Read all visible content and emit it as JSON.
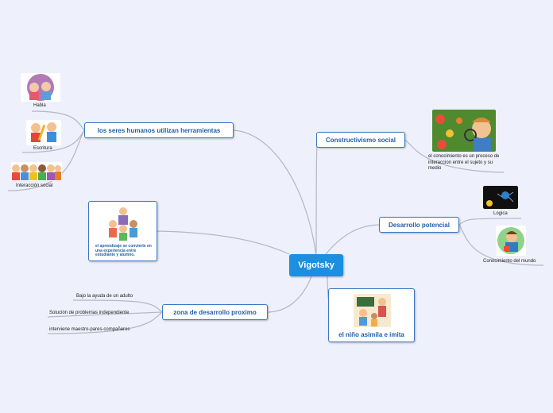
{
  "root": {
    "label": "Vigotsky"
  },
  "branches": {
    "herramientas": {
      "label": "los seres humanos utilizan herramientas",
      "children": [
        "Habla",
        "Escritura",
        "Interacción social"
      ]
    },
    "aprendizaje": {
      "caption": "el aprendizaje se convierte en una experiencia entre estudiante y alumno."
    },
    "zona": {
      "label": "zona de desarrollo proximo",
      "children": [
        "Bajo la ayuda de un adulto",
        "Solución  de problemas independiente",
        "interviene maestro-pares-compañeros"
      ]
    },
    "constructivismo": {
      "label": "Constructivismo social",
      "children": [
        "el conocimiento es un proceso de interaccion entre el sujeto y su medio"
      ]
    },
    "potencial": {
      "label": "Desarrollo potencial",
      "children": [
        "Logica",
        "Conocimiento del mundo"
      ]
    },
    "imita": {
      "label": "el niño asimila e imita"
    }
  },
  "colors": {
    "background": "#eef0fb",
    "root": "#1c8fe0",
    "node_border": "#3a78c2",
    "node_text": "#1f5ea8",
    "connector": "#b3b8c6"
  }
}
